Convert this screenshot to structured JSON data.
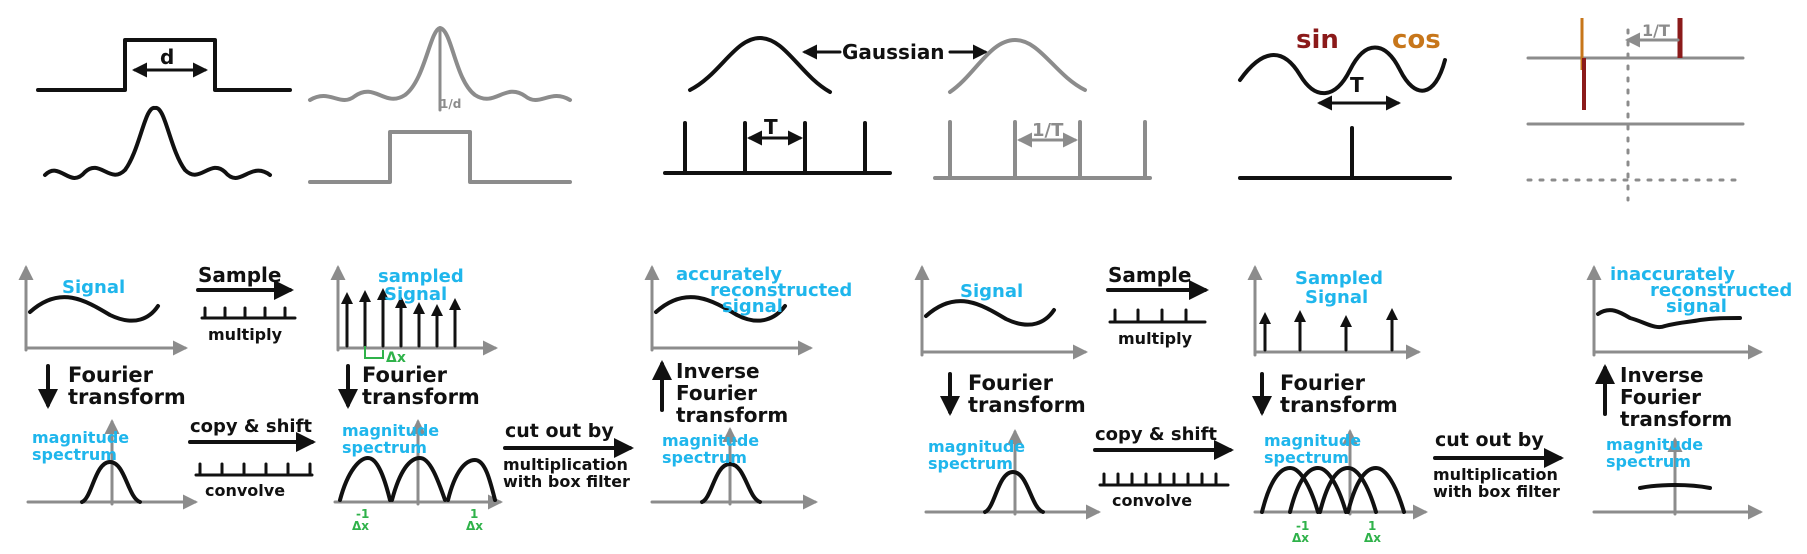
{
  "panel1": {
    "width_label": "d",
    "freq_label": "1/d"
  },
  "panel2": {
    "gaussian_label": "Gaussian",
    "period_label": "T",
    "freq_label": "1/T"
  },
  "panel3": {
    "sin_label": "sin",
    "cos_label": "cos",
    "period_label": "T",
    "sin_color": "#8b1a1a",
    "cos_color": "#c7761a"
  },
  "panel4": {
    "freq_label": "1/T"
  },
  "flow_left": {
    "signal_label": "Signal",
    "sample_label": "Sample",
    "multiply_label": "multiply",
    "sampled_signal_label": "sampled\nSignal",
    "delta_x_label": "Δx",
    "fourier_label": "Fourier\ntransform",
    "fourier2_label": "Fourier\ntransform",
    "spectrum_label": "magnitude\nspectrum",
    "copy_shift_label": "copy & shift",
    "convolve_label": "convolve",
    "spectrum2_label": "magnitude\nspectrum",
    "neg_freq_label": "-1\nΔx",
    "pos_freq_label": "1\nΔx",
    "cutout_label": "cut out by",
    "multiplication_label": "multiplication\nwith box filter",
    "inverse_label": "Inverse\nFourier\ntransform",
    "spectrum3_label": "magnitude\nspectrum",
    "result_label": "accurately\nreconstructed\nsignal"
  },
  "flow_right": {
    "signal_label": "Signal",
    "sample_label": "Sample",
    "multiply_label": "multiply",
    "sampled_signal_label": "Sampled\nSignal",
    "fourier_label": "Fourier\ntransform",
    "fourier2_label": "Fourier\ntransform",
    "spectrum_label": "magnitude\nspectrum",
    "copy_shift_label": "copy & shift",
    "convolve_label": "convolve",
    "spectrum2_label": "magnitude\nspectrum",
    "neg_freq_label": "-1\nΔx",
    "pos_freq_label": "1\nΔx",
    "cutout_label": "cut out by",
    "multiplication_label": "multiplication\nwith box filter",
    "inverse_label": "Inverse\nFourier\ntransform",
    "spectrum3_label": "magnitude\nspectrum",
    "result_label": "inaccurately\nreconstructed\nsignal"
  }
}
